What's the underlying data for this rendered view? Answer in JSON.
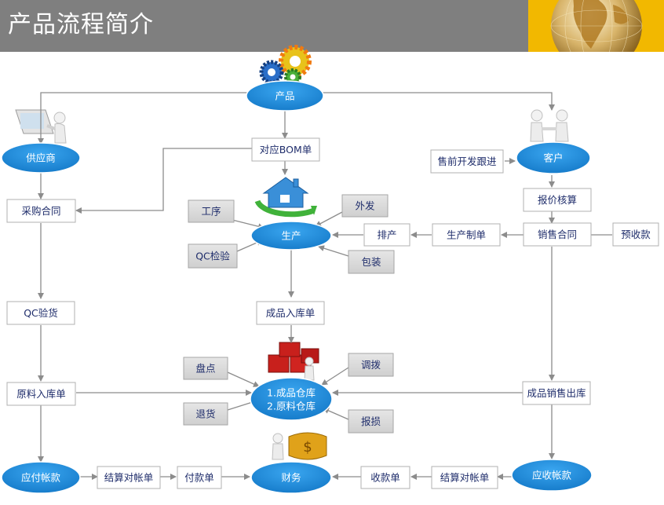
{
  "header": {
    "title": "产品流程简介"
  },
  "colors": {
    "header_bg": "#7f7f7f",
    "accent": "#f2b800",
    "ellipse_fill": "#1e90dd",
    "box_fill": "#d9d9d9",
    "arrow": "#8c8c8c",
    "text": "#1f2d6b"
  },
  "nodes": {
    "product": "产品",
    "supplier": "供应商",
    "customer": "客户",
    "bom": "对应BOM单",
    "presale": "售前开发跟进",
    "purchase_contract": "采购合同",
    "quotation": "报价核算",
    "process": "工序",
    "outsource": "外发",
    "production": "生产",
    "scheduling": "排产",
    "prod_order": "生产制单",
    "sales_contract": "销售合同",
    "prepayment": "预收款",
    "qc_inspect": "QC检验",
    "packaging": "包装",
    "qc_receive": "QC验货",
    "finished_in": "成品入库单",
    "stocktake": "盘点",
    "transfer": "调拨",
    "warehouse_line1": "1.成品仓库",
    "warehouse_line2": "2.原料仓库",
    "raw_in": "原料入库单",
    "sales_out": "成品销售出库",
    "return_goods": "退货",
    "damage": "报损",
    "payable": "应付帐款",
    "settle_left": "结算对帐单",
    "payment": "付款单",
    "finance": "财务",
    "receipt": "收款单",
    "settle_right": "结算对帐单",
    "receivable": "应收帐款"
  }
}
